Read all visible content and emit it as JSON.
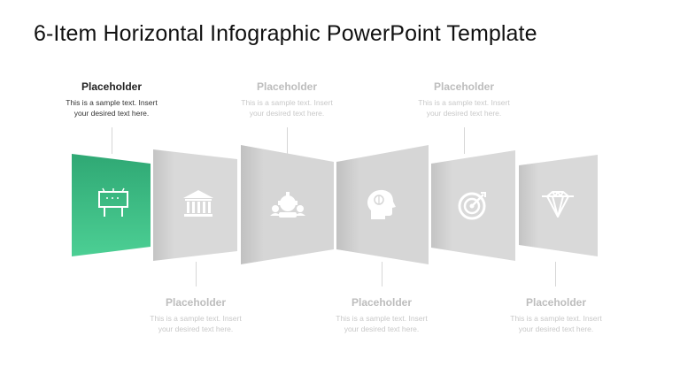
{
  "title": "6-Item Horizontal Infographic PowerPoint Template",
  "colors": {
    "accent": "#3fbf86",
    "panel": "#d9d9d9",
    "icon_on_gray": "#ffffff",
    "muted_text": "#c8c8c8"
  },
  "items": [
    {
      "heading": "Placeholder",
      "line1": "This is a sample text. Insert",
      "line2": "your desired text here.",
      "icon": "billboard-icon",
      "active": true
    },
    {
      "heading": "Placeholder",
      "line1": "This is a sample text. Insert",
      "line2": "your desired text here.",
      "icon": "bank-icon",
      "active": false
    },
    {
      "heading": "Placeholder",
      "line1": "This is a sample text. Insert",
      "line2": "your desired text here.",
      "icon": "teamwork-gears-icon",
      "active": false
    },
    {
      "heading": "Placeholder",
      "line1": "This is a sample text. Insert",
      "line2": "your desired text here.",
      "icon": "brain-head-icon",
      "active": false
    },
    {
      "heading": "Placeholder",
      "line1": "This is a sample text. Insert",
      "line2": "your desired text here.",
      "icon": "target-icon",
      "active": false
    },
    {
      "heading": "Placeholder",
      "line1": "This is a sample text. Insert",
      "line2": "your desired text here.",
      "icon": "diamond-icon",
      "active": false
    }
  ]
}
